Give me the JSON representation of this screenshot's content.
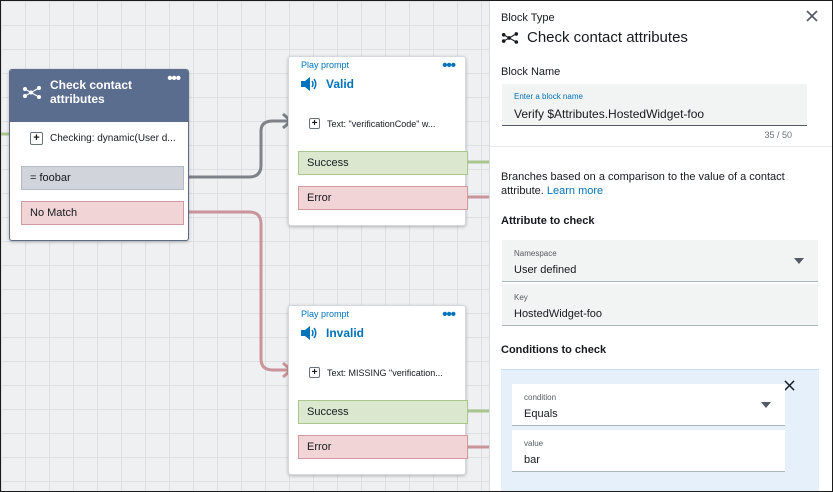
{
  "canvas": {
    "check_block": {
      "title": "Check contact attributes",
      "checking_text": "Checking: dynamic(User d...",
      "branches": [
        "= foobar",
        "No Match"
      ]
    },
    "valid_prompt": {
      "label": "Play prompt",
      "title": "Valid",
      "text": "Text: \"verificationCode\" w...",
      "branches": [
        "Success",
        "Error"
      ]
    },
    "invalid_prompt": {
      "label": "Play prompt",
      "title": "Invalid",
      "text": "Text: MISSING \"verification...",
      "branches": [
        "Success",
        "Error"
      ]
    }
  },
  "panel": {
    "block_type_label": "Block Type",
    "block_type": "Check contact attributes",
    "block_name_label": "Block Name",
    "block_name_placeholder": "Enter a block name",
    "block_name_value": "Verify $Attributes.HostedWidget-foo",
    "char_count": "35 / 50",
    "description": "Branches based on a comparison to the value of a contact attribute.",
    "learn_more": "Learn more",
    "attribute_heading": "Attribute to check",
    "namespace_label": "Namespace",
    "namespace_value": "User defined",
    "key_label": "Key",
    "key_value": "HostedWidget-foo",
    "conditions_heading": "Conditions to check",
    "condition_label": "condition",
    "condition_value": "Equals",
    "value_label": "value",
    "value_value": "bar"
  },
  "colors": {
    "accent_blue": "#0073bb",
    "block_header": "#5b6d8f",
    "success": "#dbe8cf",
    "error": "#f1d4d6",
    "wire_gray": "#7d8389",
    "wire_red": "#c9959a",
    "wire_green": "#a9c68f"
  },
  "icons": {
    "block_icon": "branch-network-icon",
    "prompt_icon": "speaker-icon",
    "close_icon": "close-icon"
  }
}
